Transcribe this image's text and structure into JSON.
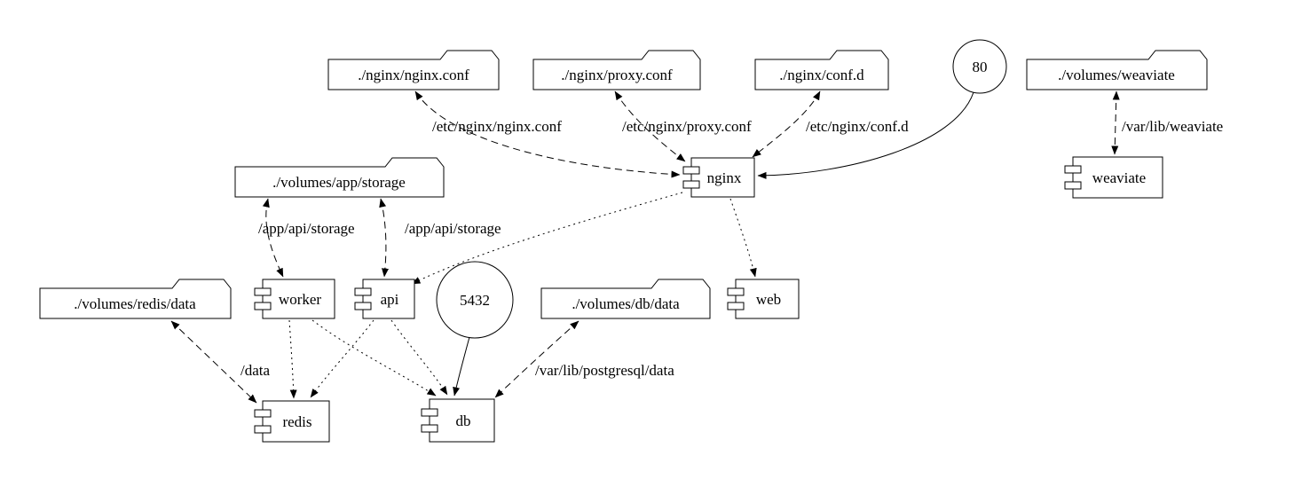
{
  "diagram": {
    "colors": {
      "background": "#ffffff",
      "stroke": "#000000"
    },
    "nodes": {
      "nginx_conf_file": {
        "label": "./nginx/nginx.conf",
        "type": "volume-folder"
      },
      "proxy_conf_file": {
        "label": "./nginx/proxy.conf",
        "type": "volume-folder"
      },
      "conf_d_folder": {
        "label": "./nginx/conf.d",
        "type": "volume-folder"
      },
      "port_80": {
        "label": "80",
        "type": "port"
      },
      "volumes_weaviate": {
        "label": "./volumes/weaviate",
        "type": "volume-folder"
      },
      "volumes_app_storage": {
        "label": "./volumes/app/storage",
        "type": "volume-folder"
      },
      "nginx": {
        "label": "nginx",
        "type": "service-component"
      },
      "weaviate": {
        "label": "weaviate",
        "type": "service-component"
      },
      "volumes_redis_data": {
        "label": "./volumes/redis/data",
        "type": "volume-folder"
      },
      "worker": {
        "label": "worker",
        "type": "service-component"
      },
      "api": {
        "label": "api",
        "type": "service-component"
      },
      "port_5432": {
        "label": "5432",
        "type": "port"
      },
      "volumes_db_data": {
        "label": "./volumes/db/data",
        "type": "volume-folder"
      },
      "web": {
        "label": "web",
        "type": "service-component"
      },
      "redis": {
        "label": "redis",
        "type": "service-component"
      },
      "db": {
        "label": "db",
        "type": "service-component"
      }
    },
    "edge_labels": {
      "nginx_conf_mount": "/etc/nginx/nginx.conf",
      "proxy_conf_mount": "/etc/nginx/proxy.conf",
      "conf_d_mount": "/etc/nginx/conf.d",
      "weaviate_mount": "/var/lib/weaviate",
      "worker_storage_mount": "/app/api/storage",
      "api_storage_mount": "/app/api/storage",
      "redis_data_mount": "/data",
      "db_data_mount": "/var/lib/postgresql/data"
    }
  }
}
